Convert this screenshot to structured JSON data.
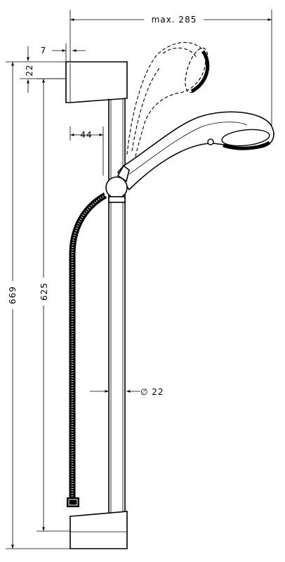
{
  "dimensions": {
    "max_width": "max. 285",
    "offset_top": "7",
    "bracket_height": "22",
    "bar_offset": "44",
    "total_height": "669",
    "hole_spacing": "625",
    "bar_diameter": "∅ 22"
  },
  "colors": {
    "line": "#000000",
    "background": "#ffffff"
  }
}
